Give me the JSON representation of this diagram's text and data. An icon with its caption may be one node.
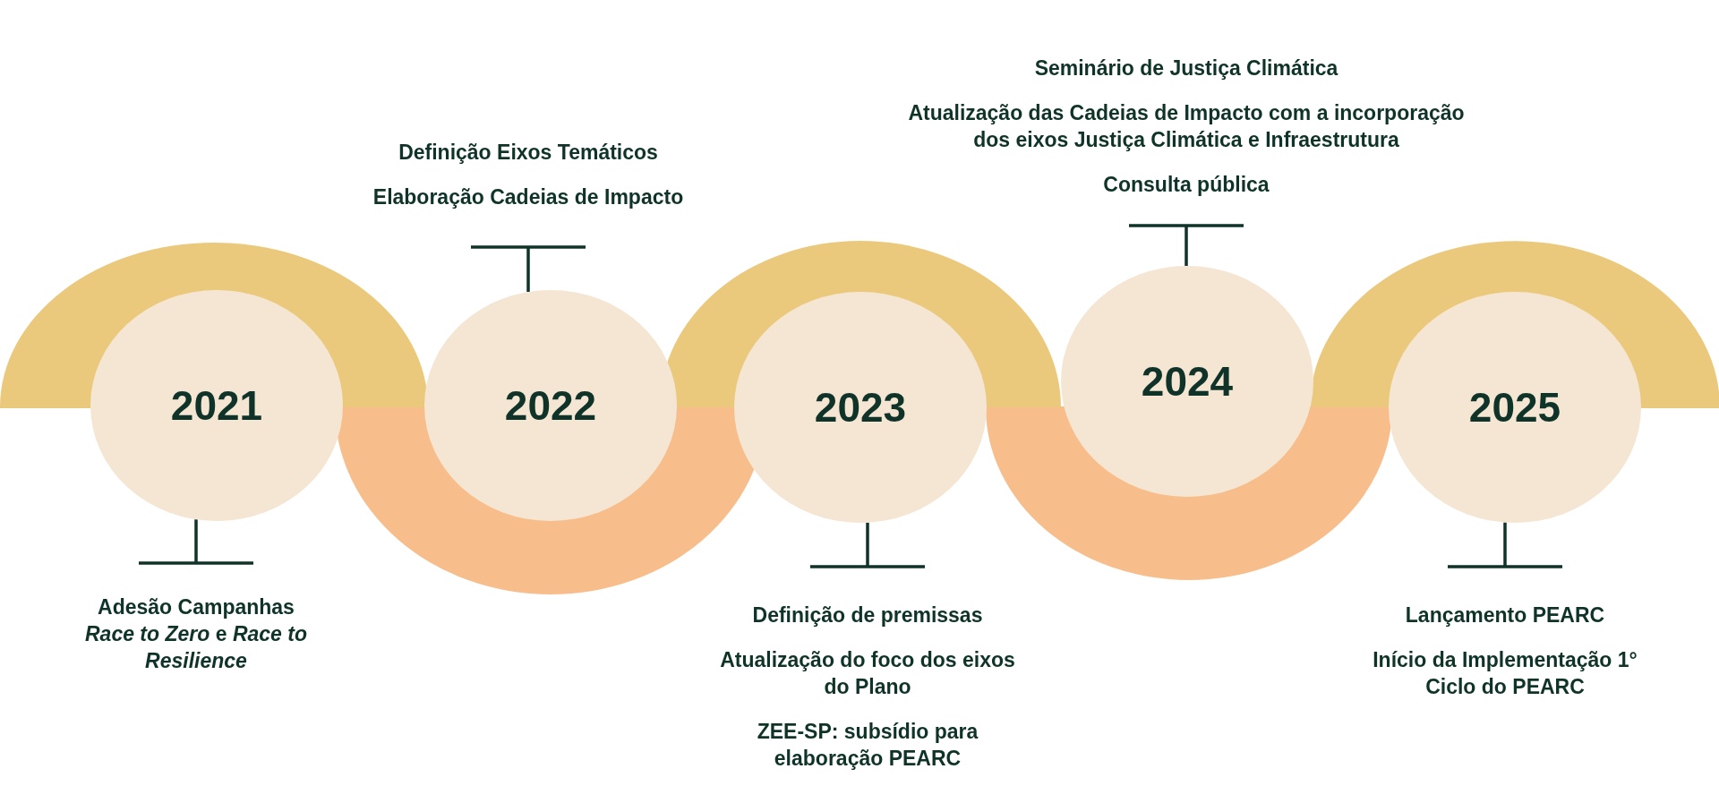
{
  "diagram": {
    "nodes": [
      {
        "text": [
          "2021"
        ]
      },
      {
        "text": [
          "2022"
        ]
      },
      {
        "text": [
          "2023"
        ]
      },
      {
        "text": [
          "2024"
        ]
      },
      {
        "text": [
          "2025"
        ]
      },
      {
        "text": [
          "Definição Eixos Temáticos",
          "Elaboração Cadeias de Impacto"
        ]
      },
      {
        "text": [
          "Seminário de Justiça Climática",
          "Atualização das Cadeias de Impacto com a incorporação dos eixos Justiça Climática e Infraestrutura",
          "Consulta pública"
        ]
      },
      {
        "text": [
          "Adesão Campanhas *Race to Zero* e *Race to Resilience*"
        ]
      },
      {
        "text": [
          "Definição de premissas",
          "Atualização do foco dos eixos do Plano",
          "ZEE-SP: subsídio para elaboração PEARC"
        ]
      },
      {
        "text": [
          "Lançamento PEARC",
          "Início da Implementação 1° Ciclo do PEARC"
        ]
      }
    ],
    "edges": [
      {
        "from": 0,
        "to": 7,
        "arrow": "other"
      },
      {
        "from": 1,
        "to": 5,
        "arrow": "other"
      },
      {
        "from": 2,
        "to": 8,
        "arrow": "other"
      },
      {
        "from": 3,
        "to": 6,
        "arrow": "other"
      },
      {
        "from": 4,
        "to": 9,
        "arrow": "other"
      }
    ]
  }
}
